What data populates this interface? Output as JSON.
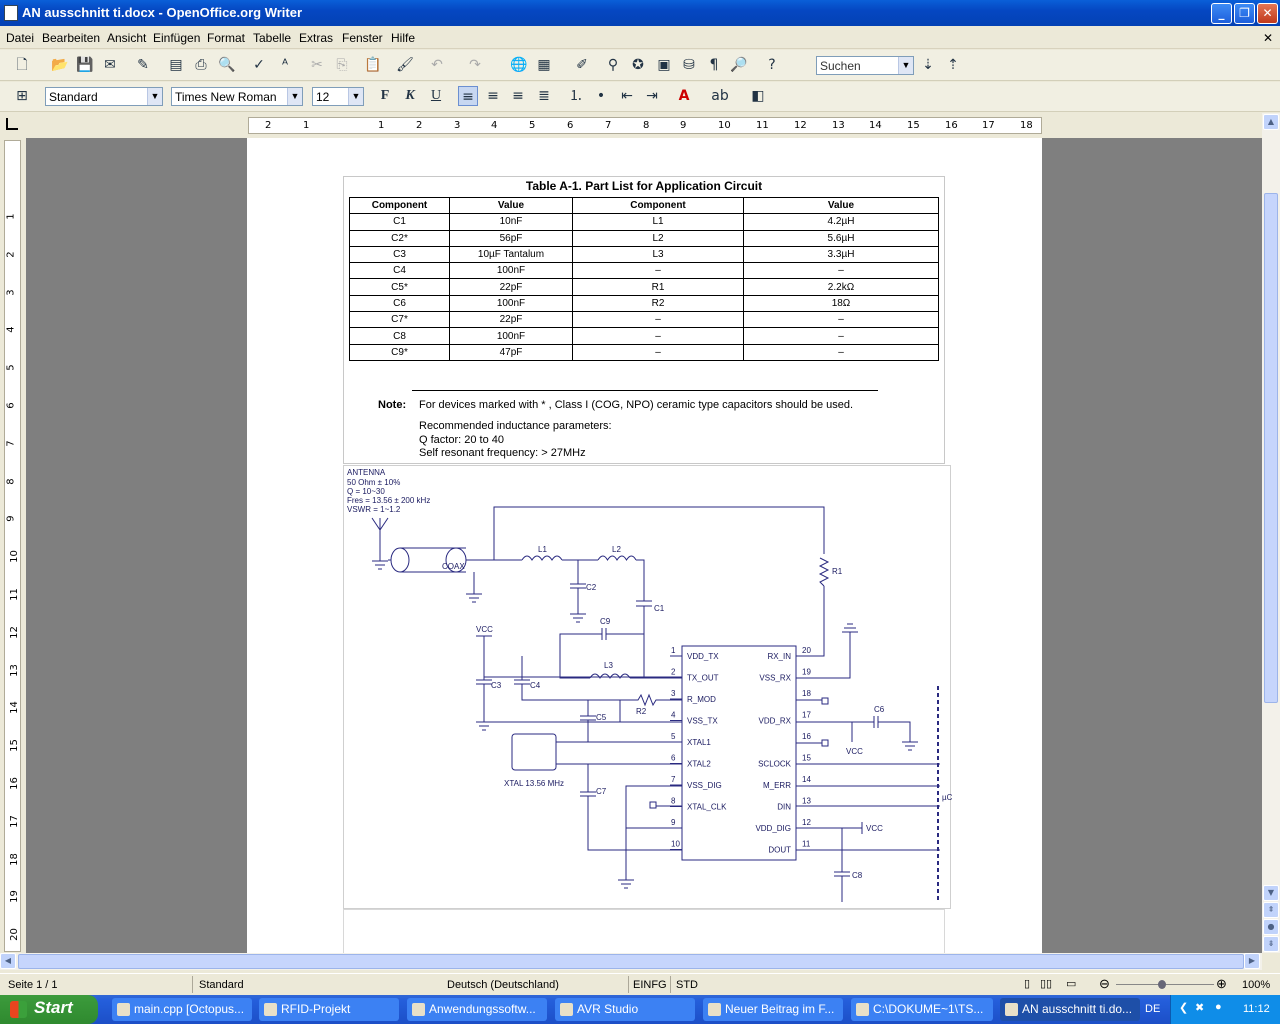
{
  "window": {
    "title": "AN ausschnitt ti.docx - OpenOffice.org Writer"
  },
  "menu": [
    "Datei",
    "Bearbeiten",
    "Ansicht",
    "Einfügen",
    "Format",
    "Tabelle",
    "Extras",
    "Fenster",
    "Hilfe"
  ],
  "toolbar": {
    "search_placeholder": "Suchen",
    "style": "Standard",
    "font": "Times New Roman",
    "size": "12",
    "bold": "F",
    "italic": "K",
    "underline": "U"
  },
  "ruler": {
    "h": [
      "2",
      "1",
      "1",
      "2",
      "3",
      "4",
      "5",
      "6",
      "7",
      "8",
      "9",
      "10",
      "11",
      "12",
      "13",
      "14",
      "15",
      "16",
      "17",
      "18"
    ],
    "v": [
      "1",
      "2",
      "3",
      "4",
      "5",
      "6",
      "7",
      "8",
      "9",
      "10",
      "11",
      "12",
      "13",
      "14",
      "15",
      "16",
      "17",
      "18",
      "19",
      "20"
    ]
  },
  "doc": {
    "table_title": "Table A-1. Part List for Application Circuit",
    "headers": [
      "Component",
      "Value",
      "Component",
      "Value"
    ],
    "rows": [
      [
        "C1",
        "10nF",
        "L1",
        "4.2µH"
      ],
      [
        "C2*",
        "56pF",
        "L2",
        "5.6µH"
      ],
      [
        "C3",
        "10µF Tantalum",
        "L3",
        "3.3µH"
      ],
      [
        "C4",
        "100nF",
        "–",
        "–"
      ],
      [
        "C5*",
        "22pF",
        "R1",
        "2.2kΩ"
      ],
      [
        "C6",
        "100nF",
        "R2",
        "18Ω"
      ],
      [
        "C7*",
        "22pF",
        "–",
        "–"
      ],
      [
        "C8",
        "100nF",
        "–",
        "–"
      ],
      [
        "C9*",
        "47pF",
        "–",
        "–"
      ]
    ],
    "note_label": "Note:",
    "note_text": "For devices marked with * , Class I (COG, NPO) ceramic type capacitors should be used.",
    "note_l2": "Recommended inductance parameters:",
    "note_l3": "Q factor: 20 to 40",
    "note_l4": "Self resonant frequency: > 27MHz"
  },
  "circuit": {
    "antenna": [
      "ANTENNA",
      "50 Ohm ± 10%",
      "Q = 10~30",
      "Fres = 13.56 ± 200 kHz",
      "VSWR = 1~1.2"
    ],
    "coax": "COAX",
    "xtal": "XTAL 13.56 MHz",
    "uc": "µC",
    "vcc": "VCC",
    "left_pins": [
      [
        "1",
        "VDD_TX"
      ],
      [
        "2",
        "TX_OUT"
      ],
      [
        "3",
        "R_MOD"
      ],
      [
        "4",
        "VSS_TX"
      ],
      [
        "5",
        "XTAL1"
      ],
      [
        "6",
        "XTAL2"
      ],
      [
        "7",
        "VSS_DIG"
      ],
      [
        "8",
        "XTAL_CLK"
      ],
      [
        "9",
        ""
      ],
      [
        "10",
        ""
      ]
    ],
    "right_pins": [
      [
        "20",
        "RX_IN"
      ],
      [
        "19",
        "VSS_RX"
      ],
      [
        "18",
        ""
      ],
      [
        "17",
        "VDD_RX"
      ],
      [
        "16",
        ""
      ],
      [
        "15",
        "SCLOCK"
      ],
      [
        "14",
        "M_ERR"
      ],
      [
        "13",
        "DIN"
      ],
      [
        "12",
        "VDD_DIG"
      ],
      [
        "11",
        "DOUT"
      ]
    ],
    "parts": [
      "L1",
      "L2",
      "C2",
      "C1",
      "C9",
      "L3",
      "R2",
      "C3",
      "C4",
      "C5",
      "C7",
      "R1",
      "C6",
      "C8"
    ]
  },
  "status": {
    "page": "Seite 1 / 1",
    "style": "Standard",
    "lang": "Deutsch (Deutschland)",
    "mode": "EINFG",
    "sel": "STD",
    "zoom": "100%"
  },
  "taskbar": {
    "start": "Start",
    "tasks": [
      "main.cpp [Octopus...",
      "RFID-Projekt",
      "Anwendungssoftw...",
      "AVR Studio",
      "Neuer Beitrag im F...",
      "C:\\DOKUME~1\\TS...",
      "AN ausschnitt ti.do..."
    ],
    "lang": "DE",
    "time": "11:12"
  }
}
